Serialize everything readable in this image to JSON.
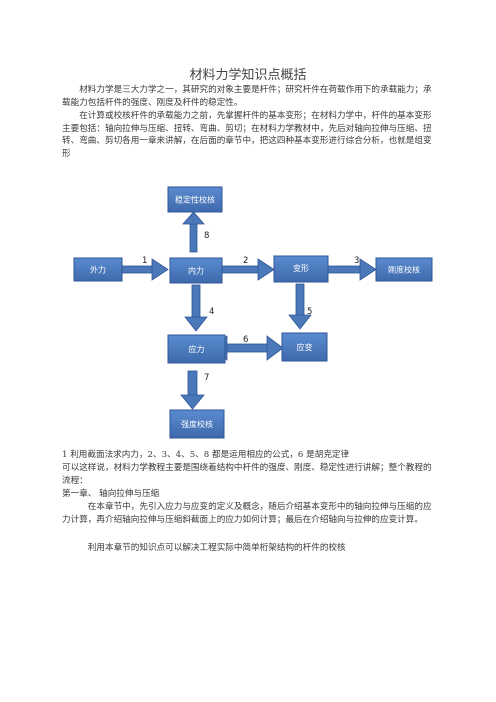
{
  "title": "材料力学知识点概括",
  "intro": {
    "p1": "材料力学是三大力学之一，其研究的对象主要是杆件；研究杆件在荷载作用下的承载能力；承载能力包括杆件的强度、刚度及杆件的稳定性。",
    "p2": "在计算或校核杆件的承载能力之前，先掌握杆件的基本变形；在材料力学中，杆件的基本变形主要包括：轴向拉伸与压缩、扭转、弯曲、剪切；在材料力学教材中，先后对轴向拉伸与压缩、扭转、弯曲、剪切各用一章来讲解，在后面的章节中，把这四种基本变形进行综合分析，也就是组变形"
  },
  "diagram": {
    "colors": {
      "box": "#4a78b8",
      "box_border": "#2f5597",
      "box_text": "#ffffff"
    },
    "boxes": {
      "stability": "稳定性校核",
      "external": "外力",
      "internal": "内力",
      "deformation": "变形",
      "stiffness": "刚度校核",
      "stress": "应力",
      "strain": "应变",
      "strength": "强度校核"
    },
    "numbers": [
      "1",
      "2",
      "3",
      "4",
      "5",
      "6",
      "7",
      "8"
    ]
  },
  "body": {
    "l1": "1 利用截面法求内力，2、3、4、5、8 都是运用相应的公式，6 是胡克定律",
    "l2": "可以这样说，材料力学教程主要是围绕着结构中杆件的强度、刚度、稳定性进行讲解；整个教程的流程：",
    "chapter": "第一章、 轴向拉伸与压缩",
    "l3": "在本章节中，先引入应力与应变的定义及概念，随后介绍基本变形中的轴向拉伸与压缩的应力计算，再介绍轴向拉伸与压缩斜截面上的应力如何计算；最后在介绍轴向与拉伸的应变计算。",
    "l4": "利用本章节的知识点可以解决工程实际中简单桁架结构的杆件的校核"
  }
}
